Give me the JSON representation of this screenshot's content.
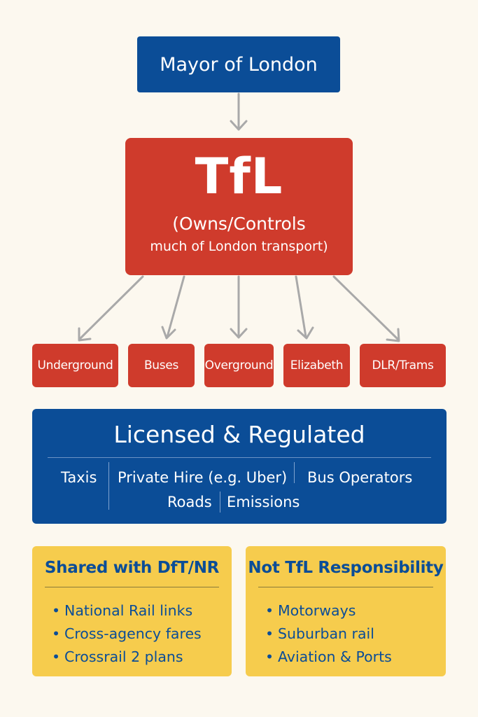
{
  "mayor": {
    "label": "Mayor of London"
  },
  "tfl": {
    "title": "TfL",
    "subtitle_line1": "(Owns/Controls",
    "subtitle_line2": "much of London transport)"
  },
  "services": [
    "Underground",
    "Buses",
    "Overground",
    "Elizabeth",
    "DLR/Trams"
  ],
  "licensed": {
    "title": "Licensed & Regulated",
    "items": [
      "Taxis",
      "Private Hire (e.g. Uber)",
      "Bus Operators",
      "Roads",
      "Emissions"
    ]
  },
  "shared": {
    "title": "Shared with DfT/NR",
    "items": [
      "National Rail links",
      "Cross-agency fares",
      "Crossrail 2 plans"
    ]
  },
  "not_tfl": {
    "title": "Not TfL Responsibility",
    "items": [
      "Motorways",
      "Suburban rail",
      "Aviation & Ports"
    ]
  },
  "colors": {
    "blue": "#0b4d97",
    "red": "#cf3b2c",
    "yellow": "#f6cc4d",
    "arrow": "#a9a9a9",
    "background": "#fcf8ef"
  }
}
